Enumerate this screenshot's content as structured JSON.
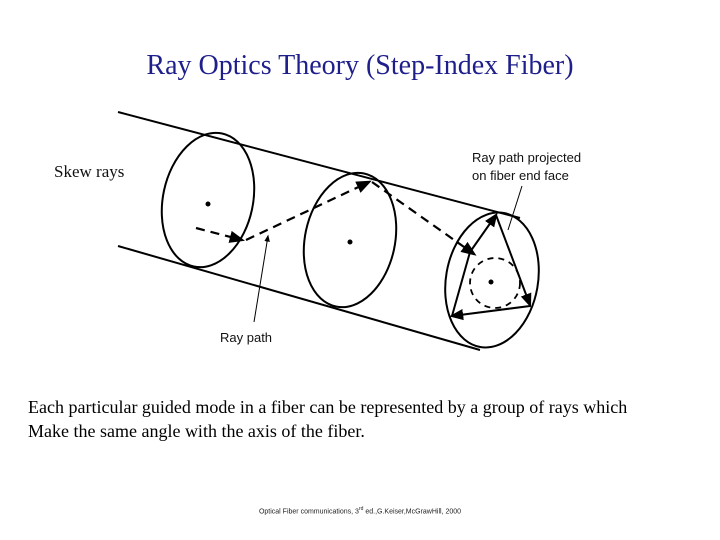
{
  "title": "Ray Optics Theory (Step-Index Fiber)",
  "diagram": {
    "skew_label": "Skew rays",
    "projected_label_line1": "Ray path projected",
    "projected_label_line2": "on fiber end face",
    "ray_path_label": "Ray path"
  },
  "body": {
    "line1": "Each particular guided mode in a fiber can be represented by a group of rays which",
    "line2": "Make the same angle with the axis of the fiber."
  },
  "citation": {
    "prefix": "Optical Fiber communications, 3",
    "sup": "rd",
    "suffix": " ed.,G.Keiser,McGrawHill, 2000"
  }
}
